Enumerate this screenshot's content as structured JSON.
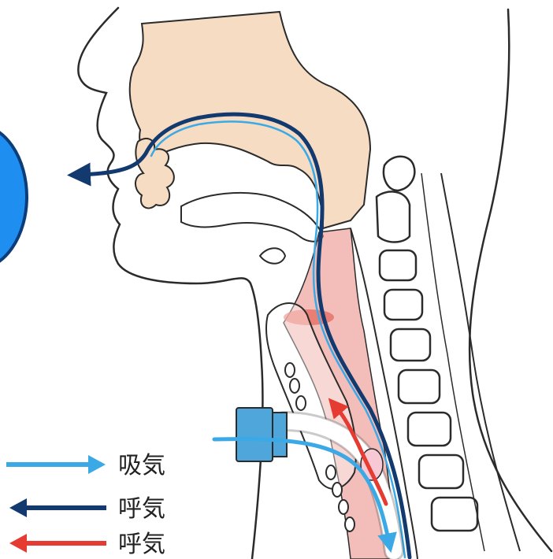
{
  "diagram": {
    "colors": {
      "outline": "#2b2b2b",
      "tissue": "#f7dcc4",
      "airway_red": "#e9897f",
      "inhale_blue": "#3aa9e6",
      "exhale_navy": "#123a6e",
      "exhale_red": "#e53b33",
      "cuff_blue": "#4fa6da",
      "badge_blue": "#1e8ff0"
    },
    "legend": [
      {
        "label": "吸気",
        "color": "#3aa9e6"
      },
      {
        "label": "呼気",
        "color": "#123a6e"
      },
      {
        "label": "呼気",
        "color": "#e53b33"
      }
    ]
  }
}
